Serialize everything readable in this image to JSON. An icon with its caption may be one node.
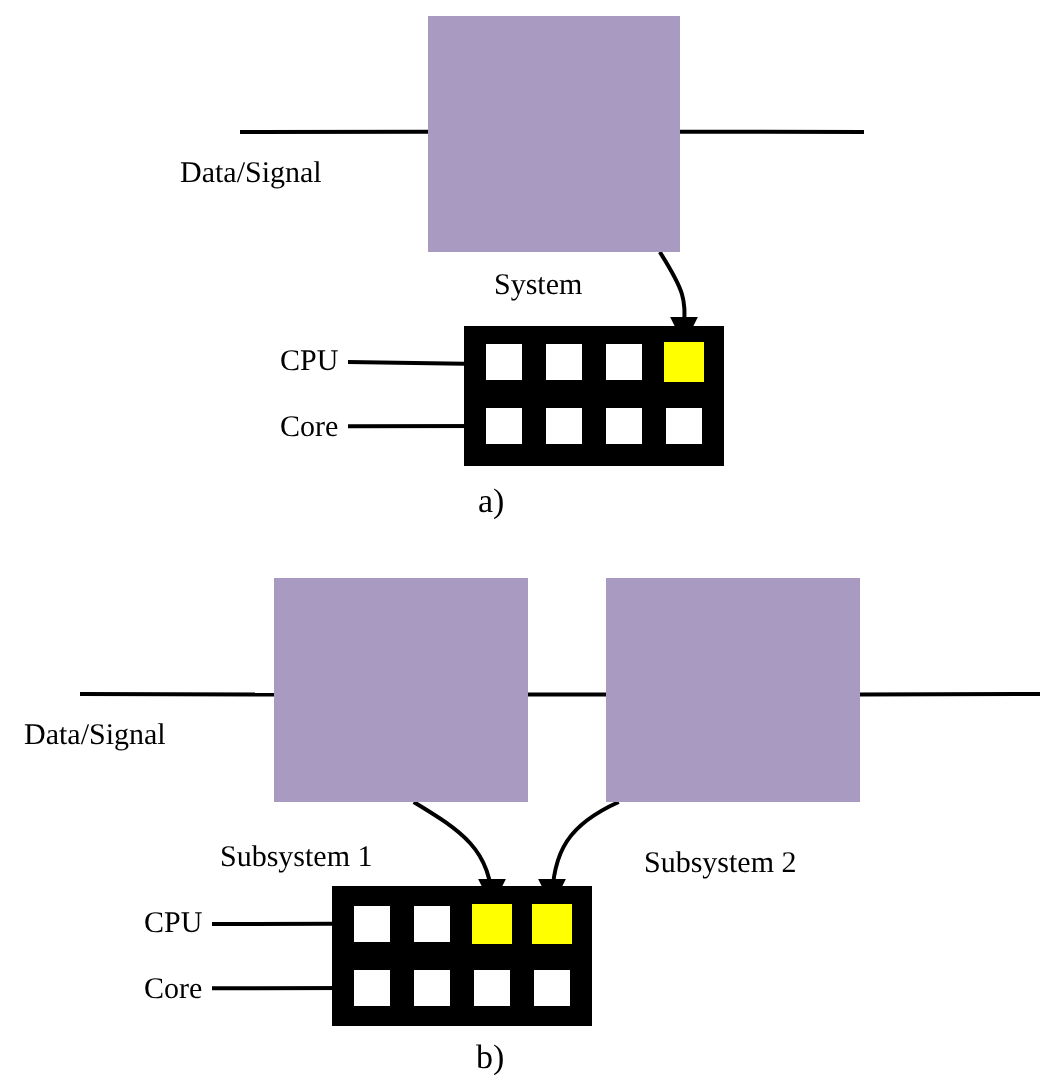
{
  "diagram": {
    "nodes": [
      {
        "text": [
          "System"
        ]
      },
      {
        "text": [],
        "shape": "box"
      },
      {
        "text": [],
        "shape": "box",
        "in": 1
      },
      {
        "text": [],
        "shape": "box",
        "in": 1
      },
      {
        "text": [],
        "shape": "box",
        "in": 1
      },
      {
        "text": [],
        "shape": "box",
        "in": 1
      },
      {
        "text": [],
        "shape": "box",
        "in": 1
      },
      {
        "text": [],
        "shape": "box",
        "in": 1
      },
      {
        "text": [],
        "shape": "box",
        "in": 1
      },
      {
        "text": [],
        "shape": "box",
        "in": 1
      },
      {
        "text": [
          "CPU"
        ]
      },
      {
        "text": [
          "Core"
        ]
      },
      {
        "text": [
          "Subsystem 1"
        ]
      },
      {
        "text": [
          "Subsystem 2"
        ]
      },
      {
        "text": [],
        "shape": "box"
      },
      {
        "text": [],
        "shape": "box",
        "in": 14
      },
      {
        "text": [],
        "shape": "box",
        "in": 14
      },
      {
        "text": [],
        "shape": "box",
        "in": 14
      },
      {
        "text": [],
        "shape": "box",
        "in": 14
      },
      {
        "text": [],
        "shape": "box",
        "in": 14
      },
      {
        "text": [],
        "shape": "box",
        "in": 14
      },
      {
        "text": [],
        "shape": "box",
        "in": 14
      },
      {
        "text": [],
        "shape": "box",
        "in": 14
      },
      {
        "text": [
          "CPU"
        ]
      },
      {
        "text": [
          "Core"
        ]
      }
    ],
    "edges": [
      {
        "from": null,
        "to": 0,
        "arrow": "none"
      },
      {
        "from": 0,
        "to": null,
        "arrow": "none"
      },
      {
        "from": 0,
        "to": 5,
        "arrow": "to"
      },
      {
        "from": 10,
        "to": 1,
        "arrow": "none"
      },
      {
        "from": 11,
        "to": 6,
        "arrow": "none"
      },
      {
        "from": null,
        "to": 12,
        "arrow": "none"
      },
      {
        "from": 12,
        "to": 13,
        "arrow": "none"
      },
      {
        "from": 13,
        "to": null,
        "arrow": "none"
      },
      {
        "from": 12,
        "to": 17,
        "arrow": "to"
      },
      {
        "from": 13,
        "to": 18,
        "arrow": "to"
      },
      {
        "from": 23,
        "to": 14,
        "arrow": "none"
      },
      {
        "from": 24,
        "to": 19,
        "arrow": "none"
      }
    ],
    "labels": [
      "Data/Signal",
      "a)",
      "Data/Signal",
      "b)"
    ]
  }
}
